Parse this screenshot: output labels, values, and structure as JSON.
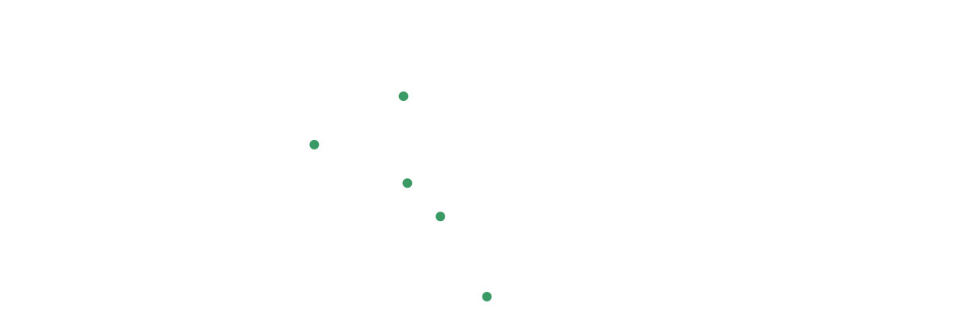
{
  "chart_data": {
    "type": "scatter",
    "title": "",
    "xlabel": "",
    "ylabel": "",
    "axes_visible": false,
    "grid": false,
    "legend": "none",
    "xlim": [
      0,
      100
    ],
    "ylim": [
      0,
      100
    ],
    "series": [
      {
        "color": "#3a9a65",
        "points": [
          {
            "x": 41.6,
            "y": 71.2
          },
          {
            "x": 32.4,
            "y": 56.7
          },
          {
            "x": 42.0,
            "y": 45.2
          },
          {
            "x": 45.4,
            "y": 35.2
          },
          {
            "x": 50.2,
            "y": 11.2
          }
        ]
      }
    ]
  }
}
